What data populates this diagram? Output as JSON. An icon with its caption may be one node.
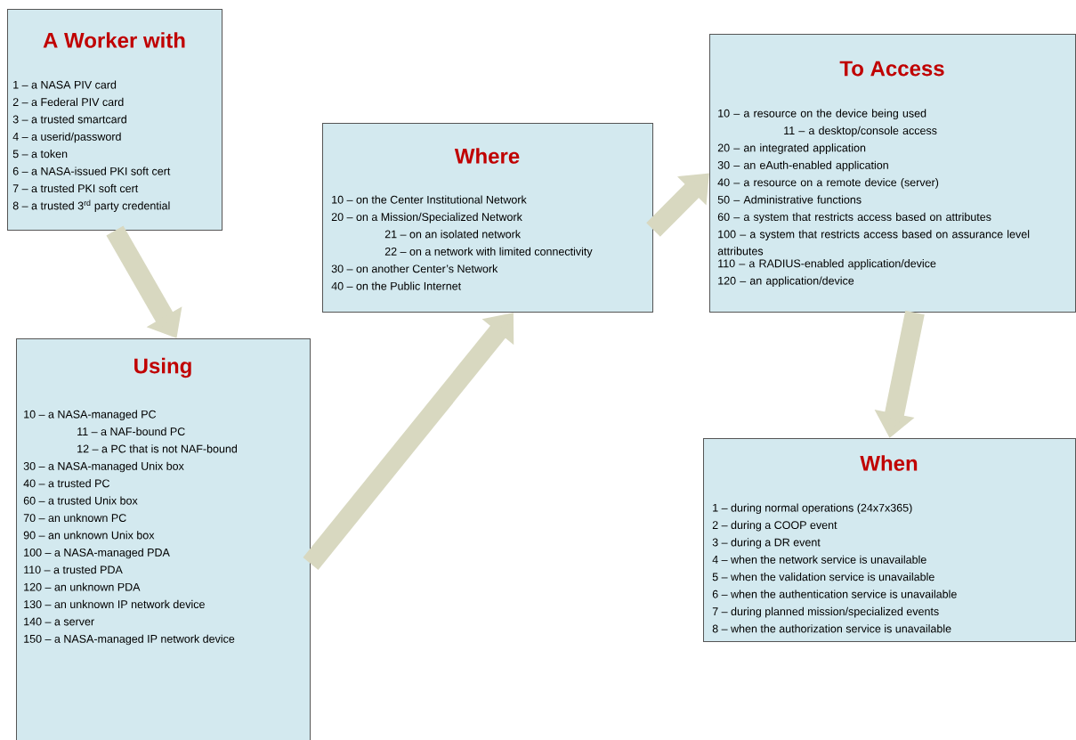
{
  "diagram": {
    "nodes": [
      {
        "text": [
          "A Worker with",
          "1 – a NASA PIV card",
          "2 – a Federal PIV card",
          "3 – a trusted smartcard",
          "4 – a userid/password",
          "5 – a token",
          "6 – a NASA-issued PKI soft cert",
          "7 – a trusted PKI soft cert",
          "8 – a trusted 3$^{rd}$ party credential"
        ]
      },
      {
        "text": [
          "Using",
          "10 – a NASA-managed PC",
          "11 – a NAF-bound PC",
          "12 – a PC that is not NAF-bound",
          "30 – a NASA-managed Unix box",
          "40 – a trusted PC",
          "60 – a trusted Unix box",
          "70 – an unknown PC",
          "90 – an unknown Unix box",
          "100 – a NASA-managed PDA",
          "110 – a trusted PDA",
          "120 – an unknown PDA",
          "130 – an unknown IP network device",
          "140 – a server",
          "150 – a NASA-managed IP network device"
        ]
      },
      {
        "text": [
          "Where",
          "10 – on the Center Institutional Network",
          "20 – on a Mission/Specialized Network",
          "21 – on an isolated network",
          "22 – on a network with limited connectivity",
          "30 – on another Center’s Network",
          "40 – on the Public Internet"
        ]
      },
      {
        "text": [
          "To Access",
          "10 – a resource on the device being used",
          "11 – a desktop/console access",
          "20 – an integrated application",
          "30 – an eAuth-enabled application",
          "40 – a resource on a remote device (server)",
          "50 – Administrative functions",
          "60 – a system that restricts access based on attributes",
          "100 – a system that restricts access based on assurance level attributes",
          "110 – a RADIUS-enabled application/device",
          "120 – an application/device"
        ]
      },
      {
        "text": [
          "When",
          "1 – during normal operations (24x7x365)",
          "2 – during a COOP event",
          "3 – during a DR event",
          "4 – when the network service is unavailable",
          "5 – when the validation service is unavailable",
          "6 – when the authentication service is unavailable",
          "7 – during planned mission/specialized events",
          "8 – when the authorization service is unavailable"
        ]
      }
    ],
    "edges": [
      {
        "from": 0,
        "to": 1,
        "arrow": "to"
      },
      {
        "from": 1,
        "to": 2,
        "arrow": "to"
      },
      {
        "from": 2,
        "to": 3,
        "arrow": "to"
      },
      {
        "from": 3,
        "to": 4,
        "arrow": "to"
      }
    ]
  }
}
